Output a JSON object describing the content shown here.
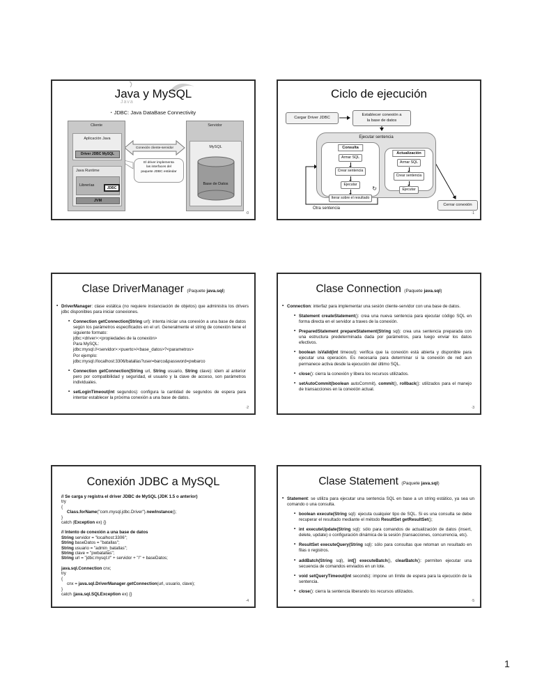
{
  "page": {
    "number": "1"
  },
  "slide1": {
    "pagenum": "·0",
    "title": "Java y MySQL",
    "logo_java": "Java",
    "subtitle": "JDBC: Java DataBase Connectivity",
    "cliente": {
      "label": "Cliente",
      "aplicacion": "Aplicación Java",
      "driver": "Driver JDBC MySQL",
      "runtime": "Java Runtime",
      "librerias": "Librerías",
      "jdbc": "JDBC",
      "jvm": "JVM"
    },
    "servidor": {
      "label": "Servidor",
      "mysql": "MySQL",
      "base_datos": "Base de Datos"
    },
    "conexion_label": "Conexión cliente-servidor",
    "callout": "El driver implementa\nlas interfaces del\npaquete JDBC estándar"
  },
  "slide2": {
    "pagenum": "·1",
    "title": "Ciclo de ejecución",
    "cargar_driver": "Cargar Driver JDBC",
    "establecer": "Establecer conexión a\nla base de datos",
    "ejecutar_sentencia": "Ejecutar sentencia",
    "consulta": {
      "header": "Consulta",
      "steps": [
        "Armar SQL",
        "Crear sentencia",
        "Ejecutar",
        "Iterar sobre el resultado"
      ]
    },
    "actualizacion": {
      "header": "Actualización",
      "steps": [
        "Armar SQL",
        "Crear sentencia",
        "Ejecutar"
      ]
    },
    "cerrar": "Cerrar conexión",
    "otra_sentencia": "Otra sentencia",
    "loop_icon": "↻"
  },
  "slide3": {
    "pagenum": "·2",
    "title": "Clase DriverManager",
    "title_suffix": [
      {
        "t": "(Paquete "
      },
      {
        "t": "java.sql",
        "b": 1
      },
      {
        "t": ")"
      }
    ],
    "bullets": [
      {
        "level": 1,
        "runs": [
          {
            "t": "DriverManager",
            "b": 1
          },
          {
            "t": ": clase estática (no requiere instanciación de objetos) que administra los drivers jdbc disponibles para iniciar conexiones."
          }
        ]
      },
      {
        "level": 2,
        "runs": [
          {
            "t": "Connection getConnection(String",
            "b": 1
          },
          {
            "t": " url): intenta iniciar una conexión a una base de datos según los parámetros especificados en el url. Generalmente el string de conexión tiene el siguiente formato:\njdbc:<driver>:<propiedades de la conexión>\nPara MySQL:\njdbc:mysql://<servidor>:<puerto>/<base_datos>?<parametros>\nPor ejemplo:\njdbc:mysql://localhost:3306/batallas?user=barco&password=pwbarco"
          }
        ]
      },
      {
        "level": 2,
        "runs": [
          {
            "t": "Connection getConnection(String",
            "b": 1
          },
          {
            "t": " url, "
          },
          {
            "t": "String",
            "b": 1
          },
          {
            "t": " usuario, "
          },
          {
            "t": "String",
            "b": 1
          },
          {
            "t": " clave): idem al anterior pero por compatibilidad y seguridad, el usuario y la clave de acceso, son parámetros individuales."
          }
        ]
      },
      {
        "level": 2,
        "runs": [
          {
            "t": "setLoginTimeout(int",
            "b": 1
          },
          {
            "t": " segundos): configura la cantidad de segundos de espera para intentar establecer la próxima conexión a una base de datos."
          }
        ]
      }
    ]
  },
  "slide4": {
    "pagenum": "·3",
    "title": "Clase Connection",
    "title_suffix": [
      {
        "t": "(Paquete "
      },
      {
        "t": "java.sql",
        "b": 1
      },
      {
        "t": ")"
      }
    ],
    "bullets": [
      {
        "level": 1,
        "runs": [
          {
            "t": "Connection",
            "b": 1
          },
          {
            "t": ": interfaz para implementar una sesión cliente-servidor con una base de datos."
          }
        ]
      },
      {
        "level": 2,
        "runs": [
          {
            "t": "Statement createStatement",
            "b": 1
          },
          {
            "t": "(): crea una nueva sentencia para ejecutar código SQL en forma directa en el servidor a traves de la conexión."
          }
        ]
      },
      {
        "level": 2,
        "runs": [
          {
            "t": "PreparedStatement prepareStatement(String",
            "b": 1
          },
          {
            "t": " sql): crea una sentencia preparada con una estructura predeterminada dada por parámetros, para luego enviar los datos efectivos."
          }
        ]
      },
      {
        "level": 2,
        "runs": [
          {
            "t": "boolean isValid(int",
            "b": 1
          },
          {
            "t": " timeout): verifica que la conexión está abierta y disponible para ejecutar una operación. Es necesaria para determinar si la conexión de red aun permanece activa desde la ejecución del último SQL."
          }
        ]
      },
      {
        "level": 2,
        "runs": [
          {
            "t": "close",
            "b": 1
          },
          {
            "t": "(): cierra la conexión y libera los recursos utilizados."
          }
        ]
      },
      {
        "level": 2,
        "runs": [
          {
            "t": "setAutoCommit(boolean",
            "b": 1
          },
          {
            "t": " autoCommit), "
          },
          {
            "t": "commit",
            "b": 1
          },
          {
            "t": "(), "
          },
          {
            "t": "rollback",
            "b": 1
          },
          {
            "t": "(): utilizados para el manejo de transacciones en la conexión actual."
          }
        ]
      }
    ]
  },
  "slide5": {
    "pagenum": "·4",
    "title": "Conexión JDBC a MySQL",
    "lines": [
      {
        "runs": [
          {
            "t": "// Se carga y registra el driver JDBC de MySQL (JDK 1.5 o anterior)",
            "b": 1
          }
        ]
      },
      {
        "runs": [
          {
            "t": "try"
          }
        ]
      },
      {
        "runs": [
          {
            "t": "{"
          }
        ]
      },
      {
        "ind": 1,
        "runs": [
          {
            "t": "Class.forName",
            "b": 1
          },
          {
            "t": "(\"com.mysql.jdbc.Driver\")."
          },
          {
            "t": "newInstance",
            "b": 1
          },
          {
            "t": "();"
          }
        ]
      },
      {
        "runs": [
          {
            "t": "}"
          }
        ]
      },
      {
        "runs": [
          {
            "t": "catch ("
          },
          {
            "t": "Exception",
            "b": 1
          },
          {
            "t": " ex) {}"
          }
        ]
      },
      {
        "gap": 1,
        "runs": [
          {
            "t": "// Intento de conexión a una base de datos",
            "b": 1
          }
        ]
      },
      {
        "runs": [
          {
            "t": "String",
            "b": 1
          },
          {
            "t": " servidor = \"localhost:3306\";"
          }
        ]
      },
      {
        "runs": [
          {
            "t": "String",
            "b": 1
          },
          {
            "t": " baseDatos = \"batallas\";"
          }
        ]
      },
      {
        "runs": [
          {
            "t": "String",
            "b": 1
          },
          {
            "t": " usuario = \"admin_batallas\";"
          }
        ]
      },
      {
        "runs": [
          {
            "t": "String",
            "b": 1
          },
          {
            "t": " clave = \"pwbatallas\";"
          }
        ]
      },
      {
        "runs": [
          {
            "t": "String",
            "b": 1
          },
          {
            "t": " url = \"jdbc:mysql://\" + servidor + \"/\" + baseDatos;"
          }
        ]
      },
      {
        "gap": 1,
        "runs": [
          {
            "t": "java.sql.Connection",
            "b": 1
          },
          {
            "t": " cnx;"
          }
        ]
      },
      {
        "runs": [
          {
            "t": "try"
          }
        ]
      },
      {
        "runs": [
          {
            "t": "{"
          }
        ]
      },
      {
        "ind": 1,
        "runs": [
          {
            "t": "cnx = "
          },
          {
            "t": "java.sql.DriverManager",
            "b": 1
          },
          {
            "t": "."
          },
          {
            "t": "getConnection",
            "b": 1
          },
          {
            "t": "(url, usuario, clave);"
          }
        ]
      },
      {
        "runs": [
          {
            "t": "}"
          }
        ]
      },
      {
        "runs": [
          {
            "t": "catch ("
          },
          {
            "t": "java.sql.SQLException",
            "b": 1
          },
          {
            "t": " ex) {}"
          }
        ]
      }
    ]
  },
  "slide6": {
    "pagenum": "·5",
    "title": "Clase Statement",
    "title_suffix": [
      {
        "t": "(Paquete "
      },
      {
        "t": "java.sql",
        "b": 1
      },
      {
        "t": ")"
      }
    ],
    "bullets": [
      {
        "level": 1,
        "runs": [
          {
            "t": "Statement",
            "b": 1
          },
          {
            "t": ": se utiliza para ejecutar una sentencia SQL en base a un string estático, ya sea un comando o una consulta."
          }
        ]
      },
      {
        "level": 2,
        "runs": [
          {
            "t": "boolean execute(String",
            "b": 1
          },
          {
            "t": " sql): ejecuta cualquier tipo de SQL. Si es una consulta se debe recuperar el resultado mediante el método "
          },
          {
            "t": "ResultSet getResultSet",
            "b": 1
          },
          {
            "t": "();"
          }
        ]
      },
      {
        "level": 2,
        "runs": [
          {
            "t": "int executeUpdate(String",
            "b": 1
          },
          {
            "t": " sql): sólo para comandos de actualización de datos (insert, delete, update) o configuración dinámica de la sesión (transacciones, concurrencia, etc)."
          }
        ]
      },
      {
        "level": 2,
        "runs": [
          {
            "t": "ResultSet executeQuery(String",
            "b": 1
          },
          {
            "t": " sql): sólo para consultas que retoman un resultado en filas o registros."
          }
        ]
      },
      {
        "level": 2,
        "runs": [
          {
            "t": "addBatch(String",
            "b": 1
          },
          {
            "t": " sql), "
          },
          {
            "t": "int[] executeBatch",
            "b": 1
          },
          {
            "t": "(), "
          },
          {
            "t": "clearBatch",
            "b": 1
          },
          {
            "t": "(): permiten ejecutar una secuencia de comandos enviados en un lote."
          }
        ]
      },
      {
        "level": 2,
        "runs": [
          {
            "t": "void setQueryTimeout(int",
            "b": 1
          },
          {
            "t": " seconds): impone un límite de espera para la ejecución de la sentencia."
          }
        ]
      },
      {
        "level": 2,
        "runs": [
          {
            "t": "close",
            "b": 1
          },
          {
            "t": "(): cierra la sentencia liberando los recursos utilizados."
          }
        ]
      }
    ]
  }
}
